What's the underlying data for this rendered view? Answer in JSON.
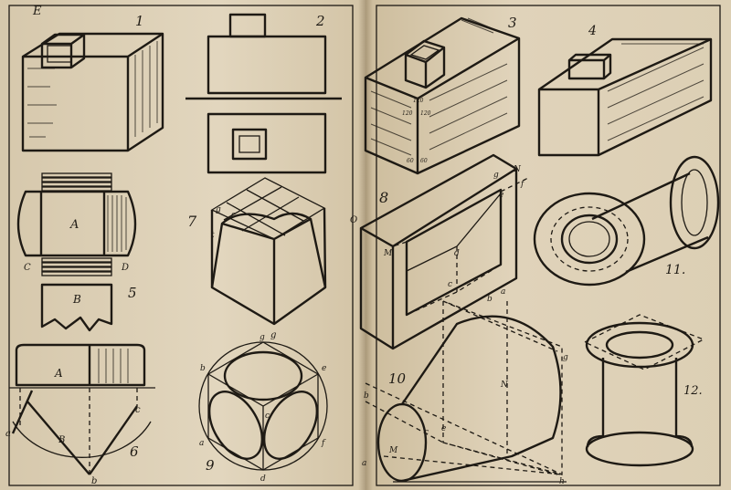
{
  "figures": [
    {
      "id": "fig-1",
      "number": "1",
      "labels": [
        "E"
      ]
    },
    {
      "id": "fig-2",
      "number": "2",
      "labels": []
    },
    {
      "id": "fig-3",
      "number": "3",
      "labels": [
        "120",
        "120",
        "120",
        "60",
        "60"
      ]
    },
    {
      "id": "fig-4",
      "number": "4",
      "labels": []
    },
    {
      "id": "fig-5",
      "number": "5",
      "labels": [
        "A",
        "B",
        "C",
        "D"
      ]
    },
    {
      "id": "fig-6",
      "number": "6",
      "labels": [
        "A",
        "B",
        "a",
        "b",
        "c"
      ]
    },
    {
      "id": "fig-7",
      "number": "7",
      "labels": [
        "g",
        "c",
        "t",
        "g"
      ]
    },
    {
      "id": "fig-8",
      "number": "8",
      "labels": [
        "N",
        "f",
        "g",
        "e",
        "O",
        "M",
        "d",
        "c",
        "b",
        "a"
      ]
    },
    {
      "id": "fig-9",
      "number": "9",
      "labels": [
        "g",
        "b",
        "e",
        "c",
        "a",
        "f",
        "d"
      ]
    },
    {
      "id": "fig-10",
      "number": "10",
      "labels": [
        "b",
        "a",
        "M",
        "c",
        "e",
        "N",
        "g",
        "h"
      ]
    },
    {
      "id": "fig-11",
      "number": "11.",
      "labels": []
    },
    {
      "id": "fig-12",
      "number": "12.",
      "labels": []
    }
  ],
  "colors": {
    "paper": "#ddd0b6",
    "ink": "#1e1a14"
  }
}
